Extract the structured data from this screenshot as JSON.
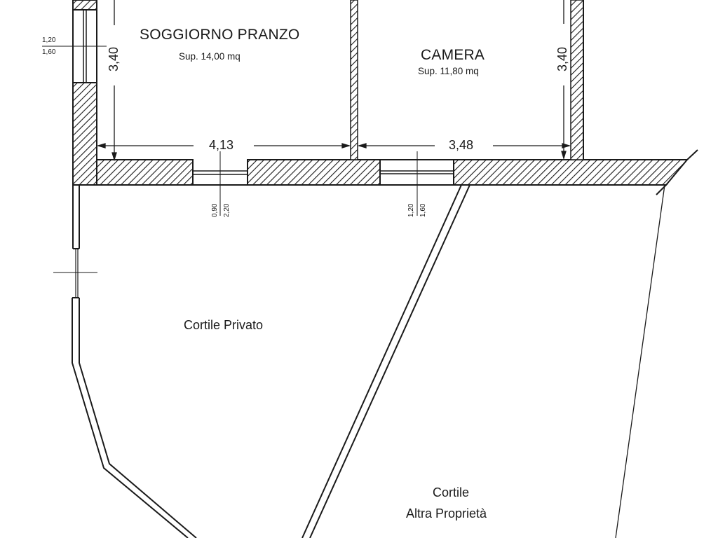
{
  "drawing": {
    "type": "floor plan",
    "stroke_color": "#1a1a1a",
    "background": "#ffffff"
  },
  "rooms": [
    {
      "name": "SOGGIORNO PRANZO",
      "area": "Sup. 14,00 mq",
      "width": "4,13",
      "depth": "3,40"
    },
    {
      "name": "CAMERA",
      "area": "Sup. 11,80 mq",
      "width": "3,48",
      "depth": "3,40"
    }
  ],
  "openings": {
    "left_window": {
      "width": "1,20",
      "height": "1,60"
    },
    "door": {
      "width": "0,90",
      "height": "2,20"
    },
    "camera_window": {
      "width": "1,20",
      "height": "1,60"
    }
  },
  "areas": {
    "private_yard": "Cortile Privato",
    "other_yard_line1": "Cortile",
    "other_yard_line2": "Altra Proprietà"
  }
}
